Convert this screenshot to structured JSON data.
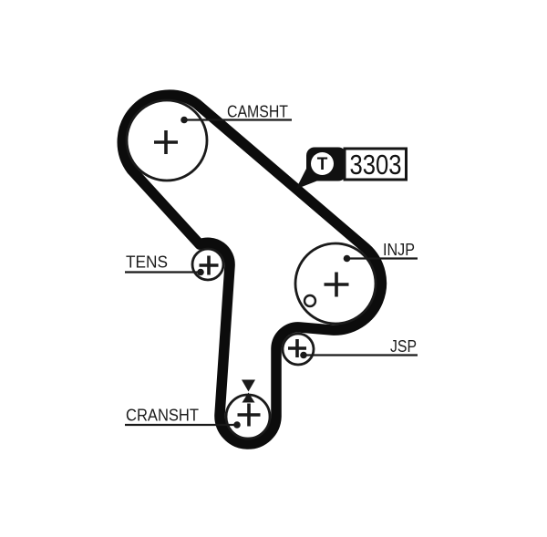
{
  "diagram": {
    "background": "#ffffff",
    "line_color": "#1a1a1a",
    "belt_color": "#0c0c0c",
    "badge": {
      "letter": "T",
      "number": "3303"
    },
    "pulleys": {
      "camsht": {
        "label": "CAMSHT"
      },
      "tens": {
        "label": "TENS"
      },
      "injp": {
        "label": "INJP"
      },
      "jsp": {
        "label": "JSP"
      },
      "cransht": {
        "label": "CRANSHT"
      }
    }
  }
}
